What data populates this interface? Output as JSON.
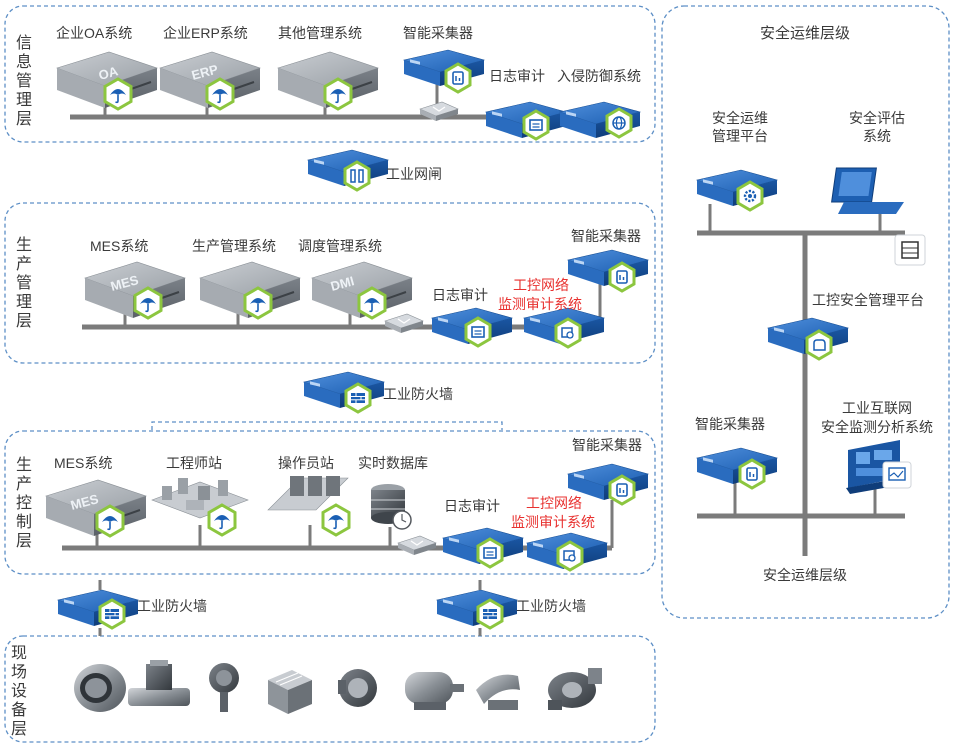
{
  "layers": {
    "info": "信息管理层",
    "production_mgmt": "生产管理层",
    "production_ctrl": "生产控制层",
    "field": "现场设备层",
    "security_title": "安全运维层级",
    "security_bottom": "安全运维层级"
  },
  "info_layer": {
    "oa": "企业OA系统",
    "erp": "企业ERP系统",
    "other": "其他管理系统",
    "collector": "智能采集器",
    "log_audit": "日志审计",
    "ips": "入侵防御系统",
    "oa_badge": "OA",
    "erp_badge": "ERP"
  },
  "gateway": "工业网闸",
  "mgmt_layer": {
    "mes": "MES系统",
    "prod": "生产管理系统",
    "dispatch": "调度管理系统",
    "collector": "智能采集器",
    "log_audit": "日志审计",
    "monitor_line1": "工控网络",
    "monitor_line2": "监测审计系统",
    "mes_badge": "MES",
    "dmi_badge": "DMI"
  },
  "firewall_top": "工业防火墙",
  "ctrl_layer": {
    "mes": "MES系统",
    "engineer": "工程师站",
    "operator": "操作员站",
    "rtdb": "实时数据库",
    "collector": "智能采集器",
    "log_audit": "日志审计",
    "monitor_line1": "工控网络",
    "monitor_line2": "监测审计系统",
    "mes_badge": "MES"
  },
  "firewall_left": "工业防火墙",
  "firewall_right": "工业防火墙",
  "security_layer": {
    "ops_line1": "安全运维",
    "ops_line2": "管理平台",
    "eval_line1": "安全评估",
    "eval_line2": "系统",
    "ics_mgmt": "工控安全管理平台",
    "collector": "智能采集器",
    "iiot_line1": "工业互联网",
    "iiot_line2": "安全监测分析系统"
  },
  "colors": {
    "frame": "#5d8fc6",
    "bus": "#7b7b7b",
    "device_blue": "#1a5fb4",
    "accent_red": "#e8312f",
    "hex_green": "#8cc63f"
  }
}
